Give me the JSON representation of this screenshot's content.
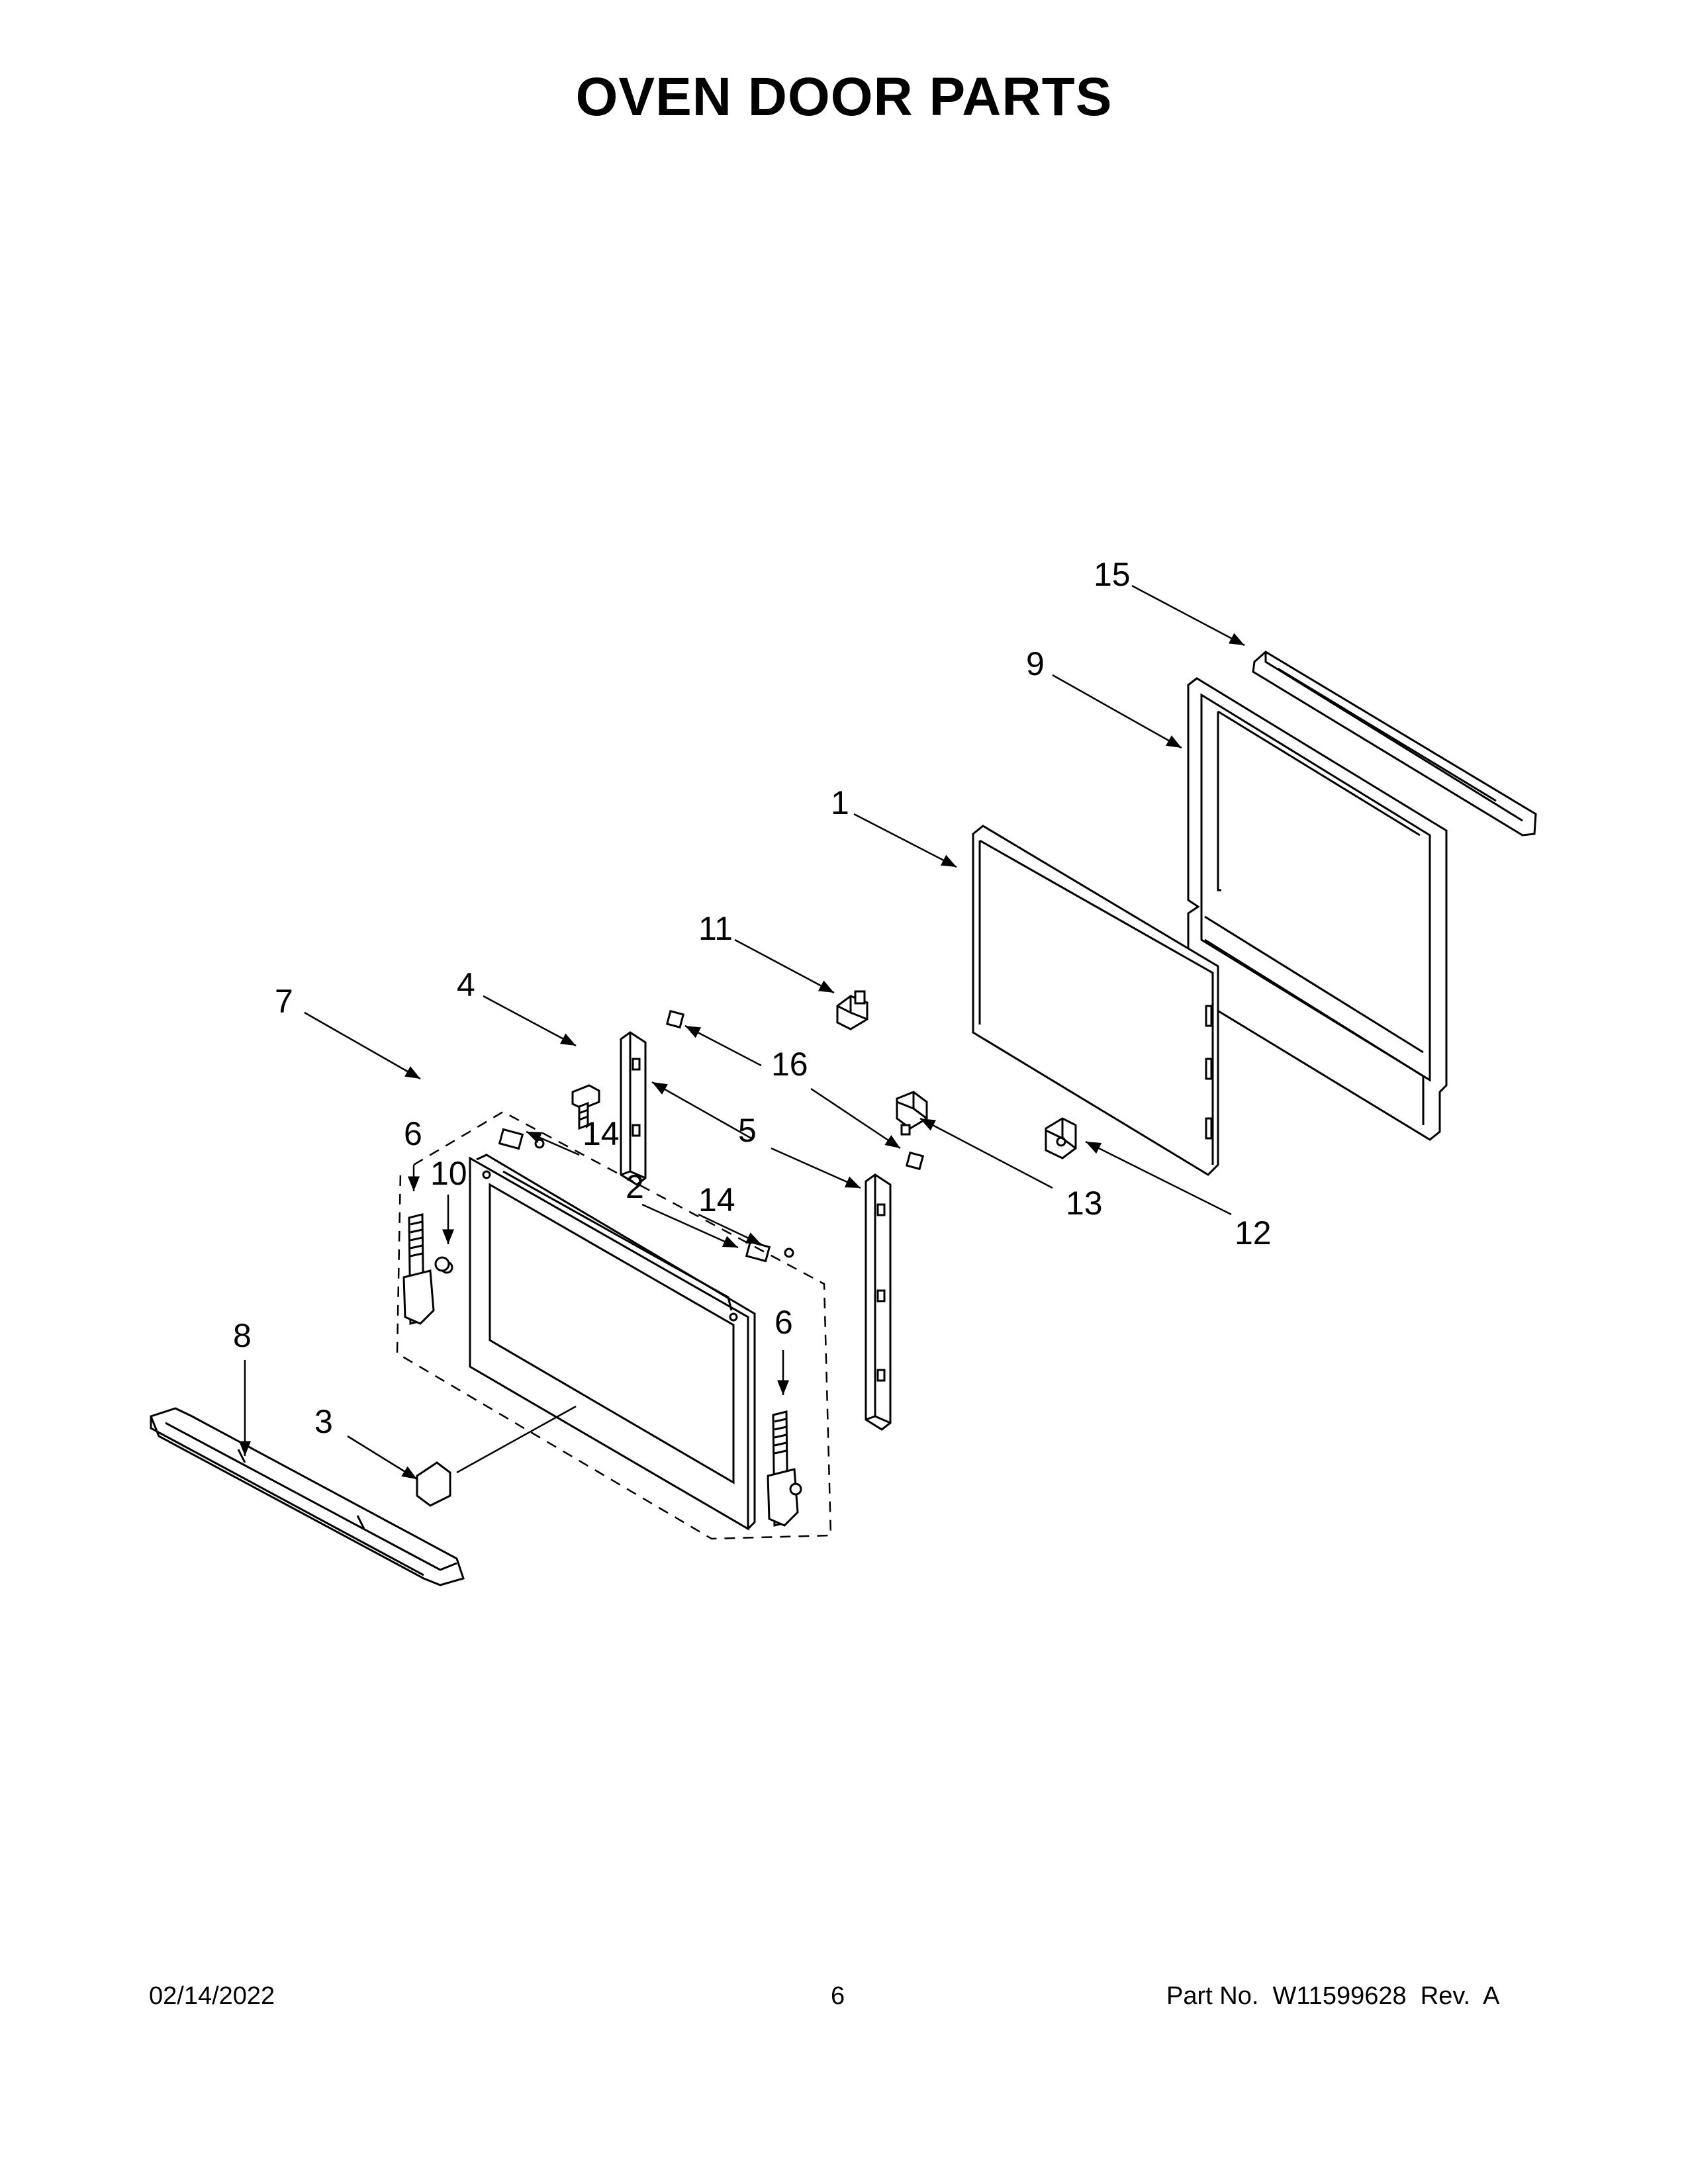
{
  "title": "OVEN DOOR PARTS",
  "callouts": [
    "15",
    "9",
    "1",
    "11",
    "7",
    "4",
    "16",
    "5",
    "14",
    "6",
    "10",
    "2",
    "14",
    "13",
    "12",
    "6",
    "8",
    "3"
  ],
  "footer": {
    "date": "02/14/2022",
    "page": "6",
    "part_no_label": "Part No.",
    "part_no": "W11599628",
    "rev_label": "Rev.",
    "rev": "A"
  }
}
